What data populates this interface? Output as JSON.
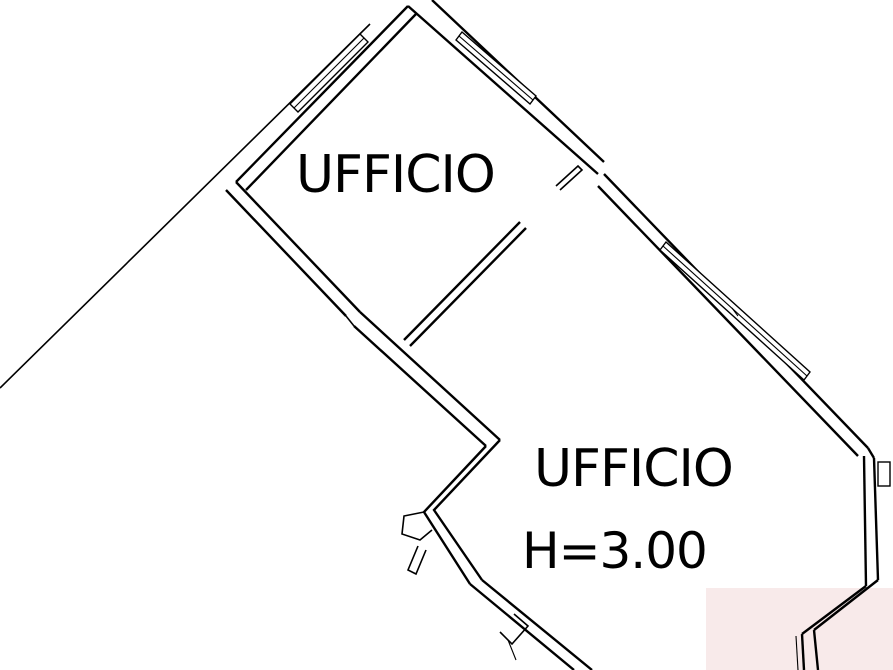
{
  "rooms": [
    {
      "name": "UFFICIO"
    },
    {
      "name": "UFFICIO",
      "height": "H=3.00"
    }
  ],
  "colors": {
    "line": "#000000",
    "background": "#ffffff",
    "watermark": "#f3d9d9"
  }
}
